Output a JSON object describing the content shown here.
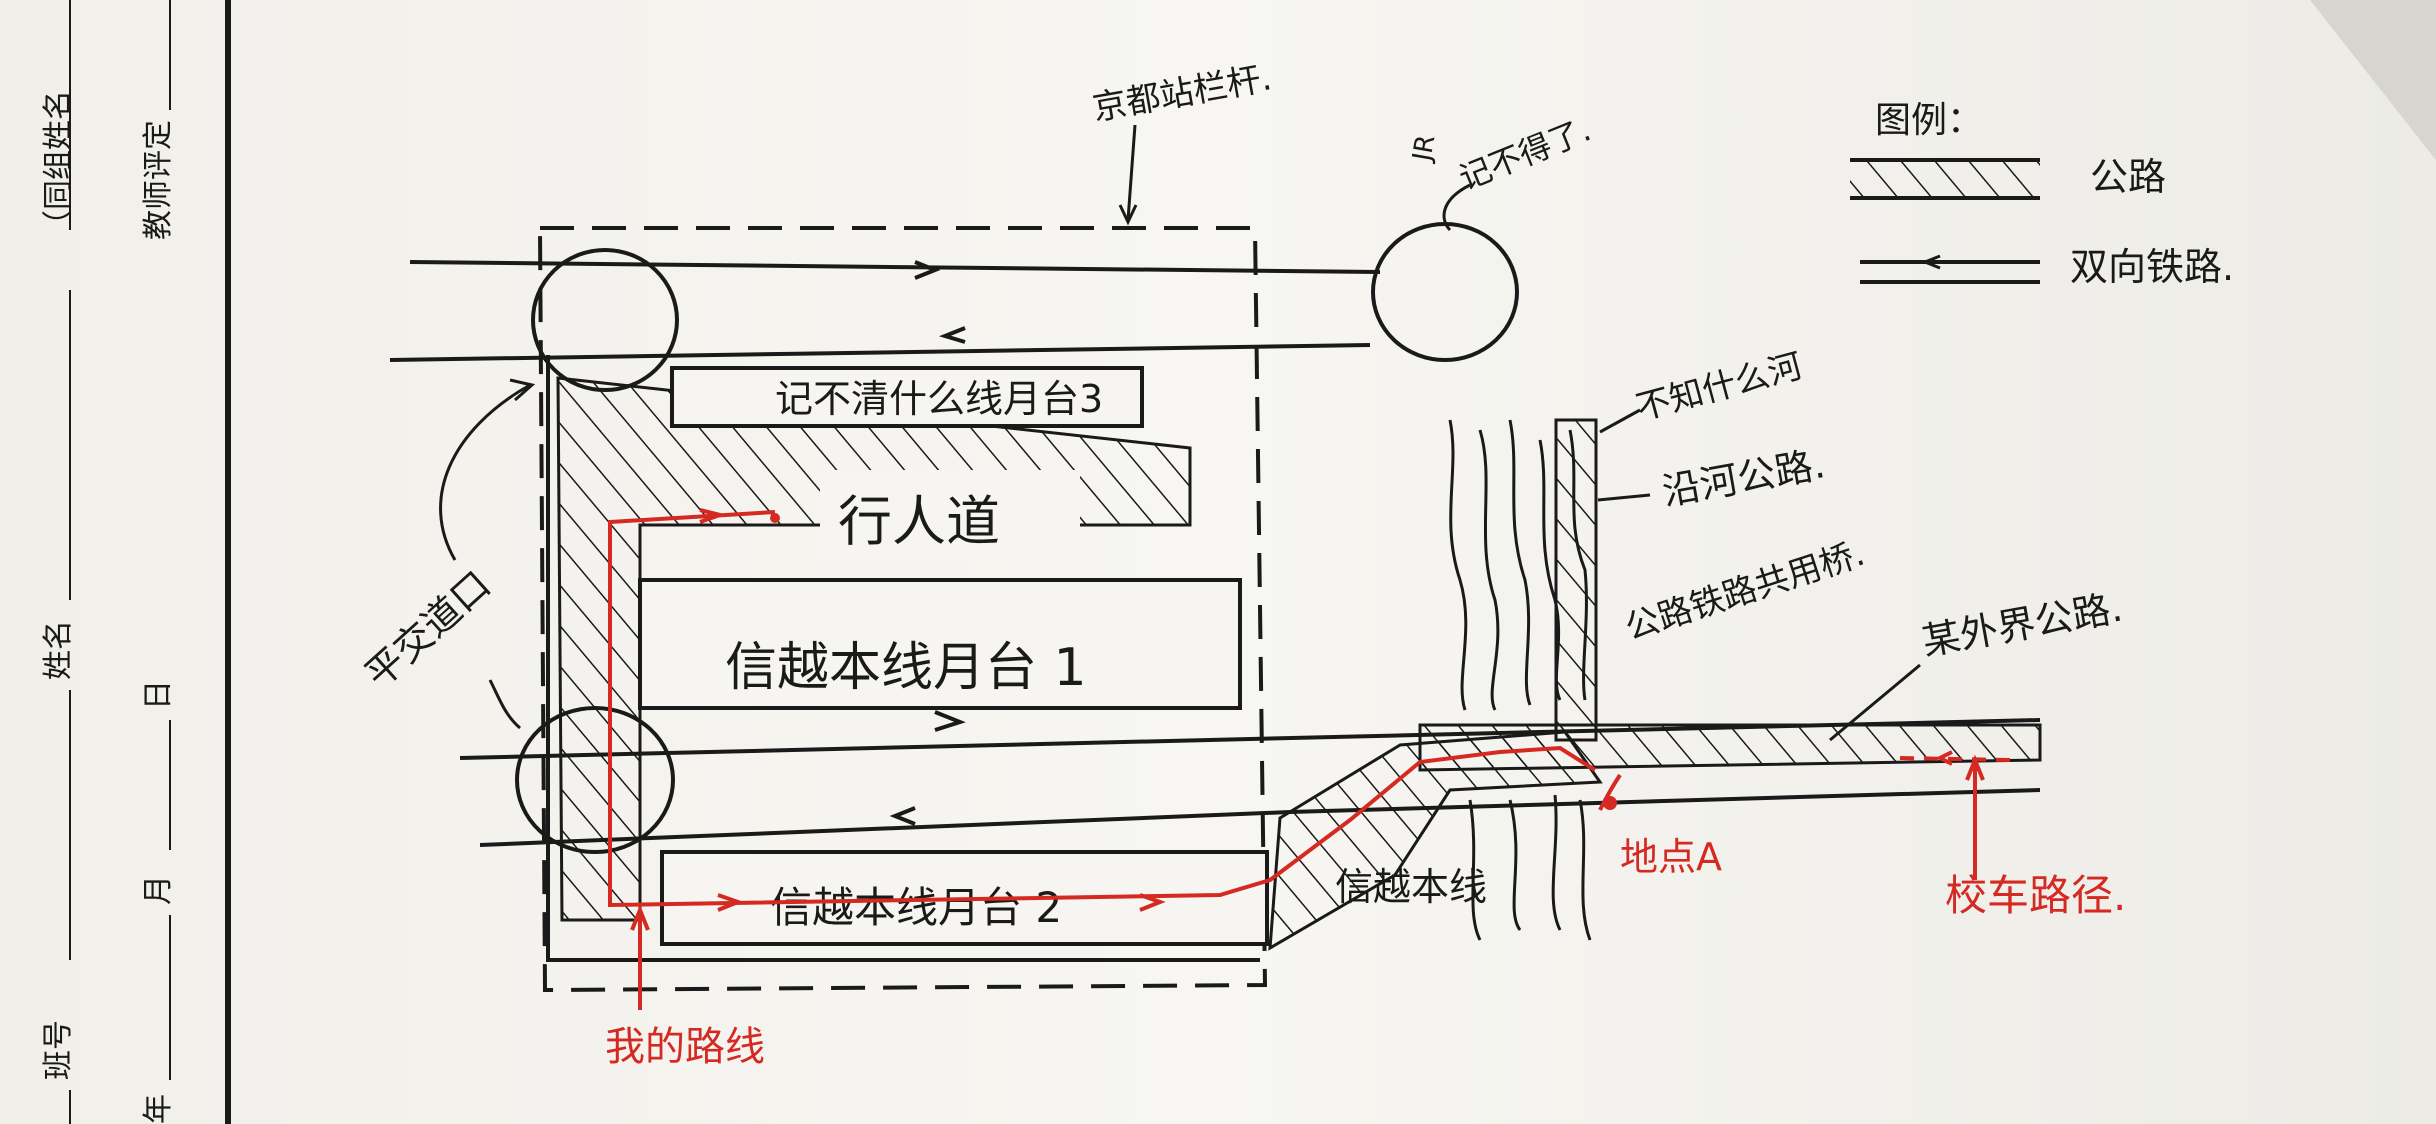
{
  "margin": {
    "group_name": "（同组姓名",
    "teacher_eval": "教师评定",
    "name": "姓名",
    "class_no": "班号",
    "year": "年",
    "month": "月",
    "day": "日"
  },
  "legend": {
    "title": "图例：",
    "road": "公路",
    "railway": "双向铁路."
  },
  "labels": {
    "kyoto_station_fence": "京都站栏杆.",
    "forgot": "记不得了.",
    "forgot_prefix": "JR",
    "platform3": "记不清什么线月台3",
    "sidewalk": "行人道",
    "platform1": "信越本线月台 1",
    "platform2": "信越本线月台 2",
    "level_crossing": "平交道口",
    "shinetsu_line": "信越本线",
    "unknown_river": "不知什么河",
    "riverside_road": "沿河公路.",
    "shared_bridge": "公路铁路共用桥.",
    "some_road": "某外界公路."
  },
  "route": {
    "point_a": "地点A",
    "my_route": "我的路线",
    "school_route": "校车路径."
  },
  "colors": {
    "ink": "#1a1a1a",
    "red_ink": "#d42a22",
    "paper": "#f6f5f1",
    "desk": "#8a8376"
  }
}
